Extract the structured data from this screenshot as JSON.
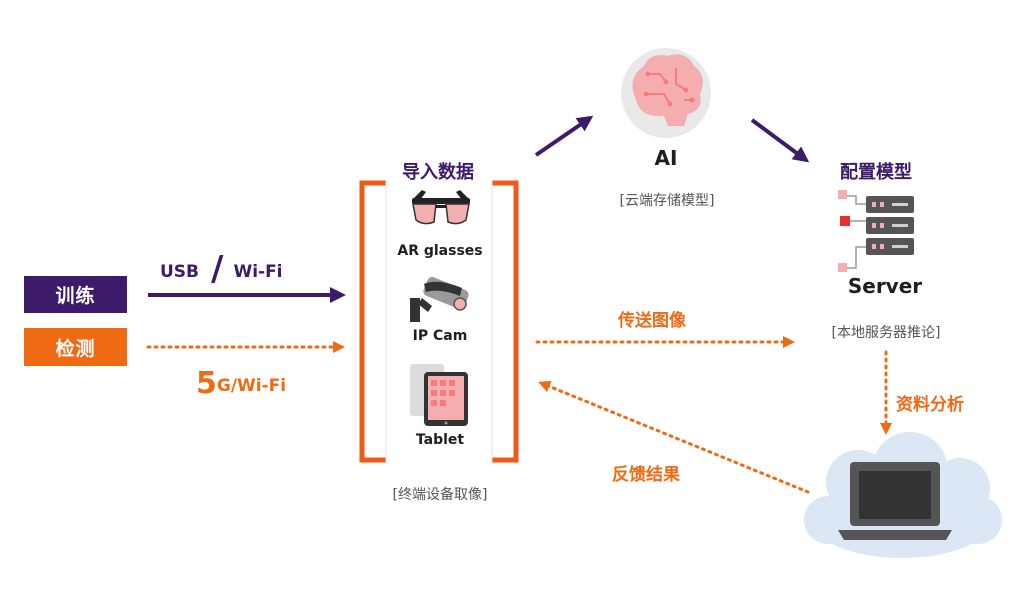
{
  "left_labels": {
    "train": "训练",
    "detect": "检测"
  },
  "links": {
    "usb_part1": "USB",
    "usb_slash": "/",
    "usb_part2": "Wi-Fi",
    "g5_big": "5",
    "g5_rest": "G/Wi-Fi",
    "transmit": "传送图像",
    "feedback": "反馈结果",
    "analysis": "资料分析"
  },
  "devices": {
    "header": "导入数据",
    "ar": "AR glasses",
    "ipcam": "IP Cam",
    "tablet": "Tablet",
    "caption": "[终端设备取像]"
  },
  "ai": {
    "title": "AI",
    "caption": "[云端存储模型]"
  },
  "server": {
    "header": "配置模型",
    "title": "Server",
    "caption": "[本地服务器推论]"
  },
  "colors": {
    "purple": "#3e1a6b",
    "orange": "#f06a14",
    "pink": "#f4aeb0",
    "cloud": "#dce7f5"
  }
}
